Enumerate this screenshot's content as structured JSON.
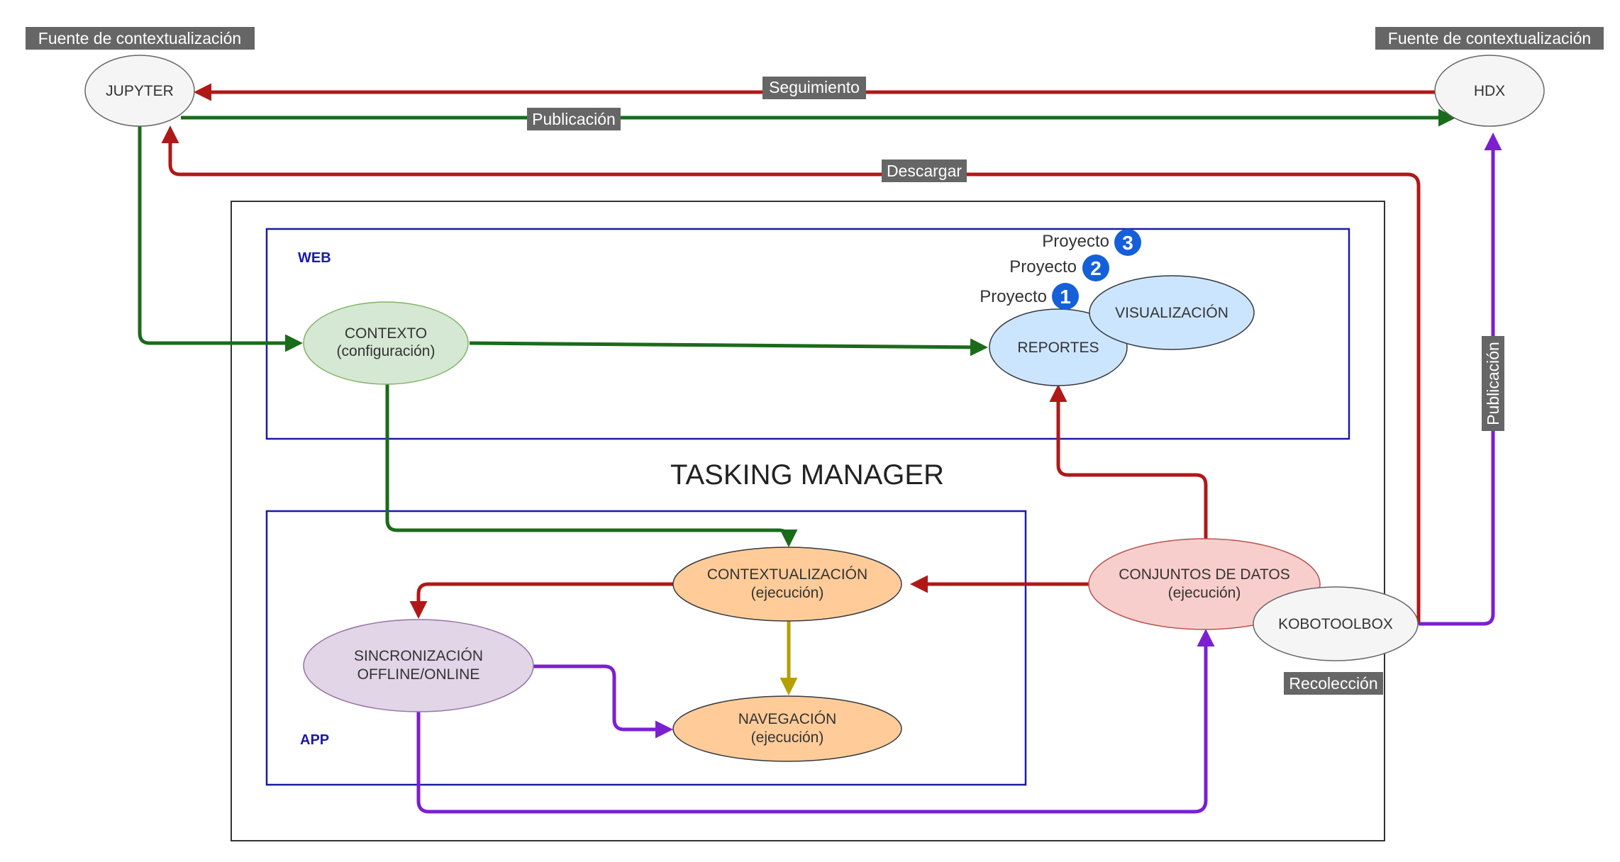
{
  "colors": {
    "green_arrow": "#1a6b1a",
    "red_arrow": "#b01818",
    "purple_arrow": "#7b1fd0",
    "olive_arrow": "#b5a000",
    "section_border": "#1a1aa6",
    "label_bg": "#666666",
    "context_fill": "#d5e8d4",
    "reportes_fill": "#cce5ff",
    "orange_fill": "#ffcc99",
    "sync_fill": "#e1d5e7",
    "datos_fill": "#f8cecc",
    "external_fill": "#f5f5f5",
    "badge_fill": "#1560d9"
  },
  "labels": {
    "source_left": "Fuente de contextualización",
    "source_right": "Fuente de contextualización",
    "seguimiento": "Seguimiento",
    "publicacion_top": "Publicación",
    "descargar": "Descargar",
    "publicacion_side": "Publicación",
    "recoleccion": "Recolección"
  },
  "sections": {
    "web": "WEB",
    "app": "APP",
    "tasking_manager": "TASKING MANAGER"
  },
  "nodes": {
    "jupyter": "JUPYTER",
    "hdx": "HDX",
    "contexto": [
      "CONTEXTO",
      "(configuración)"
    ],
    "reportes": "REPORTES",
    "visualizacion": "VISUALIZACIÓN",
    "contextualizacion": [
      "CONTEXTUALIZACIÓN",
      "(ejecución)"
    ],
    "sincronizacion": [
      "SINCRONIZACIÓN",
      "OFFLINE/ONLINE"
    ],
    "navegacion": [
      "NAVEGACIÓN",
      "(ejecución)"
    ],
    "conjuntos": [
      "CONJUNTOS DE DATOS",
      "(ejecución)"
    ],
    "kobotoolbox": "KOBOTOOLBOX"
  },
  "projects": [
    {
      "label": "Proyecto",
      "number": "3"
    },
    {
      "label": "Proyecto",
      "number": "2"
    },
    {
      "label": "Proyecto",
      "number": "1"
    }
  ]
}
